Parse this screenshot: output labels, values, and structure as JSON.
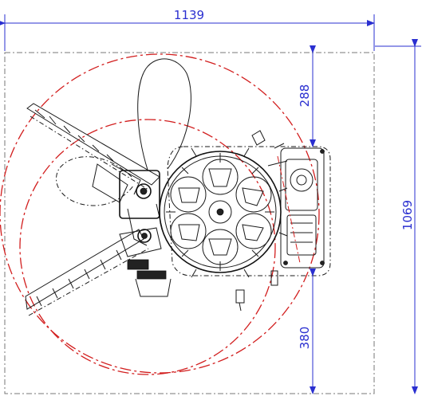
{
  "colors": {
    "dimension": "#2a2fd0",
    "envelope": "#d21e1e",
    "outline": "#777777",
    "geometry": "#1a1a1a"
  },
  "dimensions": {
    "width": "1139",
    "height": "1069",
    "top_offset": "288",
    "bottom_offset": "380"
  }
}
